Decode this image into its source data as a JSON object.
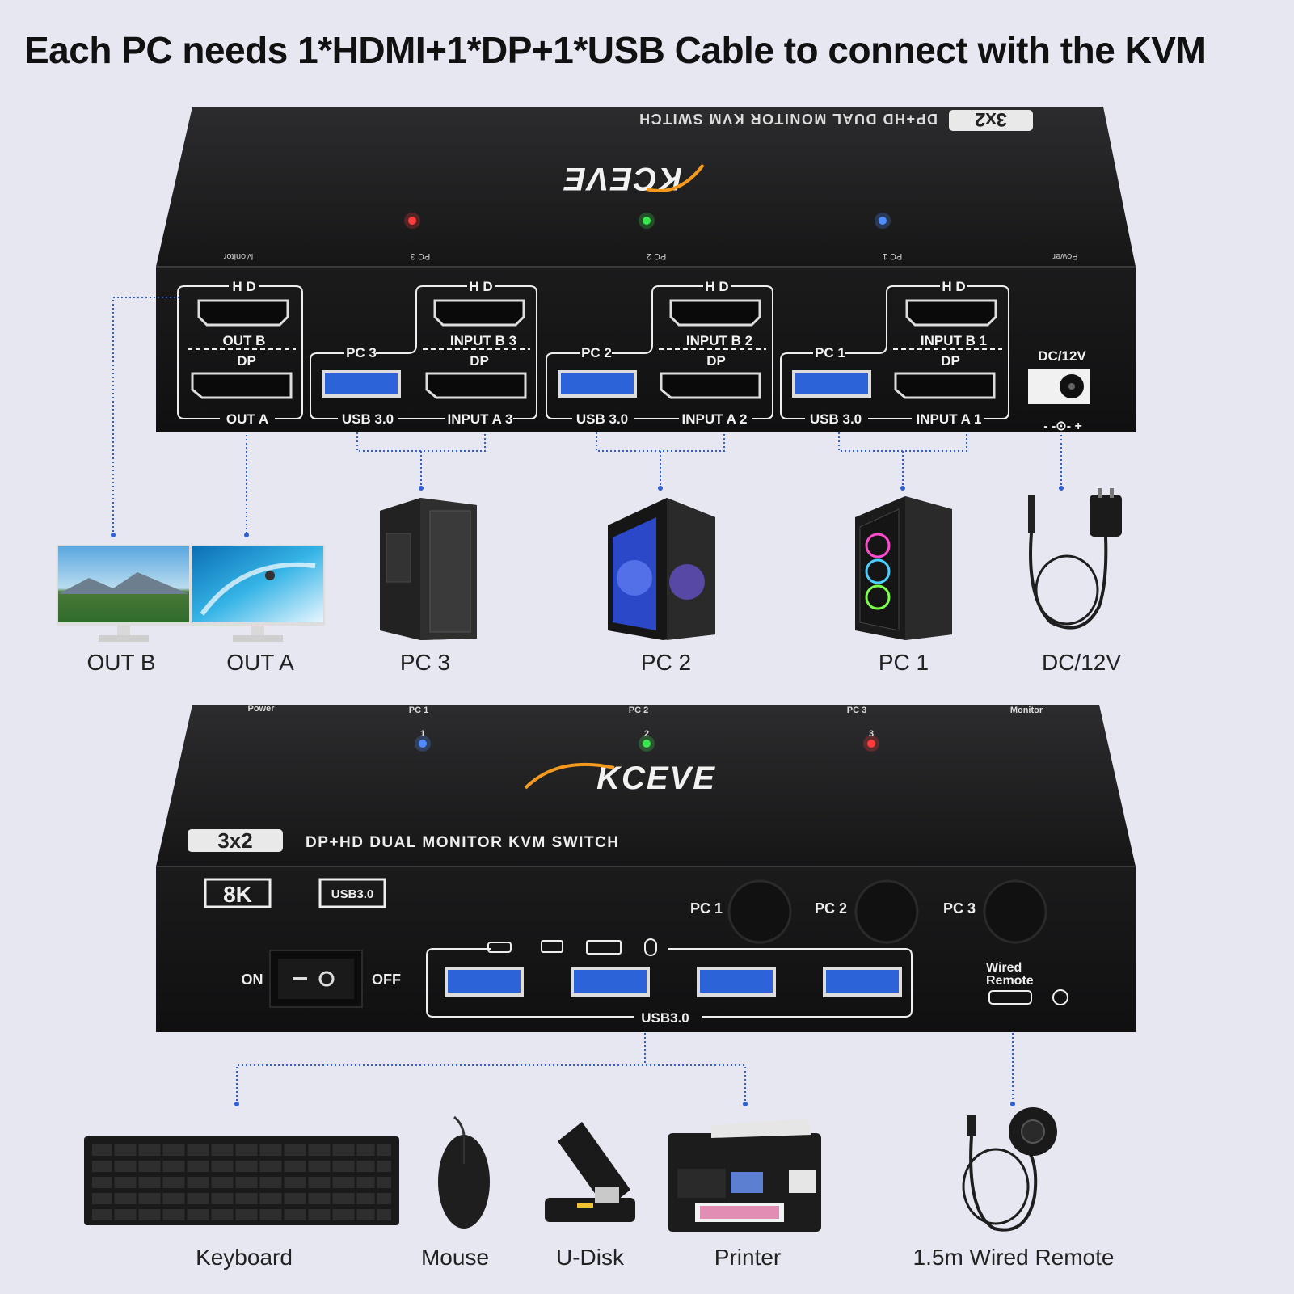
{
  "headline": "Each PC needs 1*HDMI+1*DP+1*USB Cable to connect with the KVM",
  "top_device": {
    "badge": "3x2",
    "title": "DP+HD DUAL MONITOR KVM SWITCH",
    "brand": "KCEVE",
    "indicators": [
      "Monitor",
      "PC 3",
      "PC 2",
      "PC 1",
      "Power"
    ],
    "ports": {
      "hd": "H D",
      "dp": "DP",
      "out_b": "OUT B",
      "out_a": "OUT A",
      "pc3": "PC 3",
      "pc2": "PC 2",
      "pc1": "PC 1",
      "input_b3": "INPUT B 3",
      "input_b2": "INPUT B 2",
      "input_b1": "INPUT B 1",
      "input_a3": "INPUT A 3",
      "input_a2": "INPUT A 2",
      "input_a1": "INPUT A 1",
      "usb": "USB 3.0",
      "dc": "DC/12V"
    }
  },
  "top_labels": {
    "out_b": "OUT B",
    "out_a": "OUT A",
    "pc3": "PC 3",
    "pc2": "PC 2",
    "pc1": "PC 1",
    "dc": "DC/12V"
  },
  "bottom_device": {
    "indicators": [
      "Power",
      "PC 1",
      "PC 2",
      "PC 3",
      "Monitor"
    ],
    "led_numbers": [
      "1",
      "2",
      "3"
    ],
    "brand": "KCEVE",
    "badge": "3x2",
    "title": "DP+HD DUAL MONITOR KVM SWITCH",
    "badge_8k": "8K",
    "badge_usb": "USB3.0",
    "switch_on": "ON",
    "switch_off": "OFF",
    "buttons": [
      "PC 1",
      "PC 2",
      "PC 3"
    ],
    "usb_group": "USB3.0",
    "wired": "Wired",
    "remote": "Remote"
  },
  "bottom_labels": {
    "keyboard": "Keyboard",
    "mouse": "Mouse",
    "udisk": "U-Disk",
    "printer": "Printer",
    "remote": "1.5m Wired Remote"
  },
  "colors": {
    "background": "#e6e7f1",
    "device": "#1d1d1f",
    "guide": "#2f5fd0",
    "usb_blue": "#2d63d8",
    "led_red": "#ff3b3b",
    "led_green": "#38e84a",
    "led_blue": "#4f8cff",
    "brand_orange": "#f39a1e"
  }
}
